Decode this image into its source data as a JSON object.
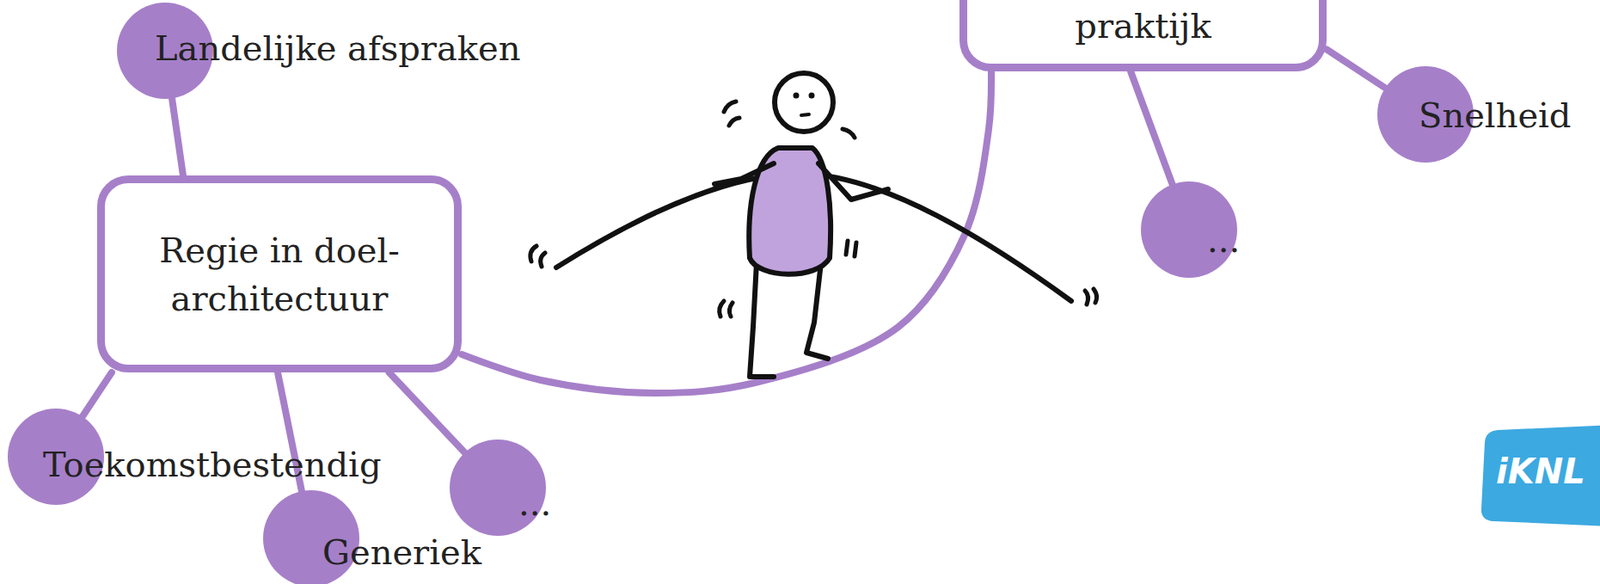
{
  "diagram": {
    "nodes": [
      {
        "text": [
          "Landelijke afspraken"
        ]
      },
      {
        "text": [
          "praktijk"
        ]
      },
      {
        "text": [
          "Snelheid"
        ]
      },
      {
        "text": [
          "Regie in doel- architectuur"
        ]
      },
      {
        "text": [
          "..."
        ]
      },
      {
        "text": [
          "Toekomstbestendig"
        ]
      },
      {
        "text": [
          "..."
        ]
      },
      {
        "text": [
          "Generiek"
        ]
      }
    ],
    "edges": [
      {
        "from": 0,
        "to": 3,
        "arrow": "none"
      },
      {
        "from": 1,
        "to": 2,
        "arrow": "none"
      },
      {
        "from": 1,
        "to": 4,
        "arrow": "none"
      },
      {
        "from": 3,
        "to": 1,
        "arrow": "none"
      },
      {
        "from": 3,
        "to": 5,
        "arrow": "none"
      },
      {
        "from": 3,
        "to": 6,
        "arrow": "none"
      },
      {
        "from": 3,
        "to": 7,
        "arrow": "none"
      }
    ],
    "labels": [
      "iKNL"
    ]
  }
}
